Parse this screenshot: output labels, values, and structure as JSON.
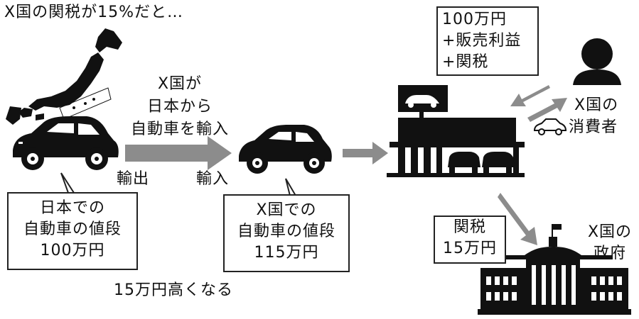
{
  "title": "X国の関税が15%だと…",
  "arrow_label": [
    "X国が",
    "日本から",
    "自動車を輸入"
  ],
  "export_label": "輸出",
  "import_label": "輸入",
  "japan_price": [
    "日本での",
    "自動車の値段",
    "100万円"
  ],
  "x_price": [
    "X国での",
    "自動車の値段",
    "115万円"
  ],
  "price_diff": "15万円高くなる",
  "dealer_price": [
    "100万円",
    "+販売利益",
    "+関税"
  ],
  "consumer": [
    "X国の",
    "消費者"
  ],
  "tariff": [
    "関税",
    "15万円"
  ],
  "government": [
    "X国の",
    "政府"
  ],
  "colors": {
    "arrow": "#8c8c8c",
    "ink": "#111111"
  }
}
